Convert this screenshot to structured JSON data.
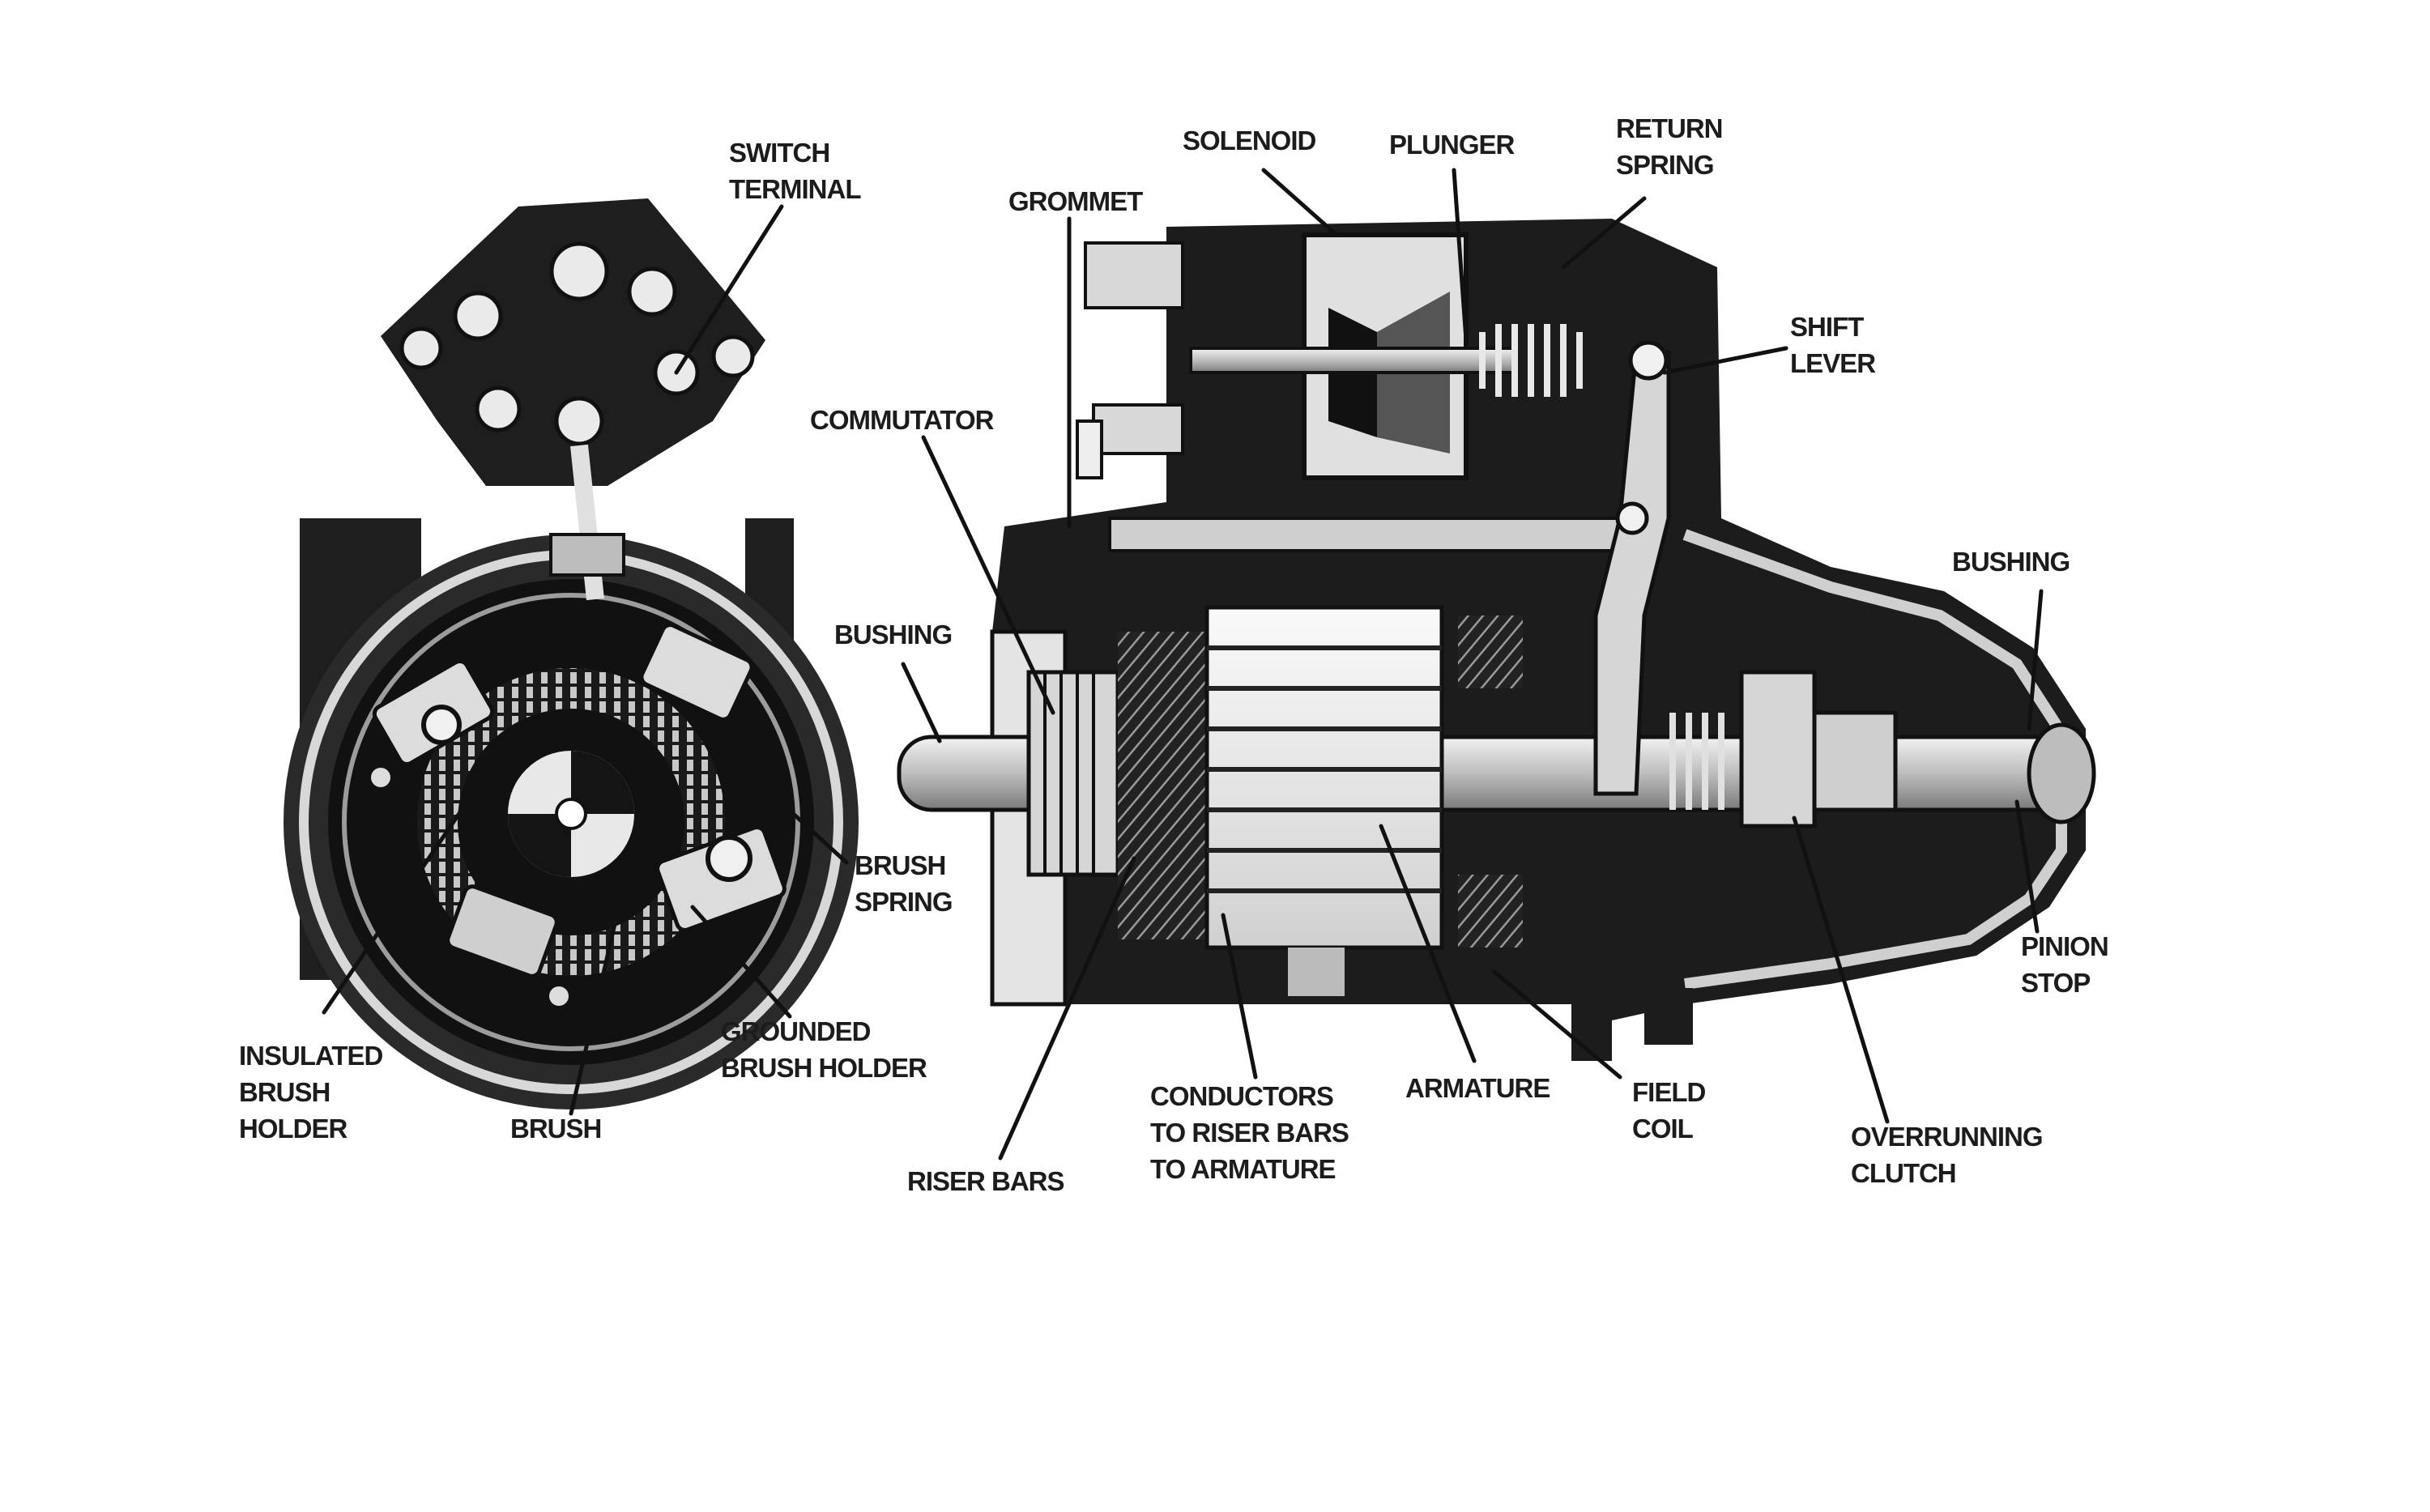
{
  "figure": {
    "left_view": {
      "labels": {
        "switch_terminal": [
          "SWITCH",
          "TERMINAL"
        ],
        "brush_spring": [
          "BRUSH",
          "SPRING"
        ],
        "grounded_brush_holder": [
          "GROUNDED",
          "BRUSH HOLDER"
        ],
        "insulated_brush_holder": [
          "INSULATED",
          "BRUSH",
          "HOLDER"
        ],
        "brush": [
          "BRUSH"
        ]
      }
    },
    "right_view": {
      "labels": {
        "solenoid": [
          "SOLENOID"
        ],
        "plunger": [
          "PLUNGER"
        ],
        "return_spring": [
          "RETURN",
          "SPRING"
        ],
        "grommet": [
          "GROMMET"
        ],
        "shift_lever": [
          "SHIFT",
          "LEVER"
        ],
        "commutator": [
          "COMMUTATOR"
        ],
        "bushing_left": [
          "BUSHING"
        ],
        "bushing_right": [
          "BUSHING"
        ],
        "pinion_stop": [
          "PINION",
          "STOP"
        ],
        "riser_bars": [
          "RISER BARS"
        ],
        "conductors": [
          "CONDUCTORS",
          "TO RISER BARS",
          "TO ARMATURE"
        ],
        "armature": [
          "ARMATURE"
        ],
        "field_coil": [
          "FIELD",
          "COIL"
        ],
        "overrunning_clutch": [
          "OVERRUNNING",
          "CLUTCH"
        ]
      }
    }
  }
}
